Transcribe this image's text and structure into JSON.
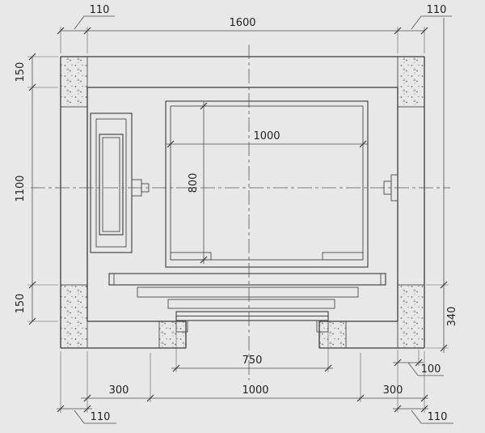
{
  "colors": {
    "background": "#e8e8e8",
    "line": "#3a3a3a"
  },
  "dimensions": {
    "top_left_wall": "110",
    "overall_width": "1600",
    "top_right_wall": "110",
    "left_top": "150",
    "shaft_depth": "1100",
    "left_bottom": "150",
    "car_width": "1000",
    "car_depth": "800",
    "right_rear": "340",
    "right_offset": "100",
    "door_clear_opening": "750",
    "bottom_left": "300",
    "bottom_opening": "1000",
    "bottom_right": "300",
    "bottom_left_wall": "110",
    "bottom_right_wall": "110"
  }
}
